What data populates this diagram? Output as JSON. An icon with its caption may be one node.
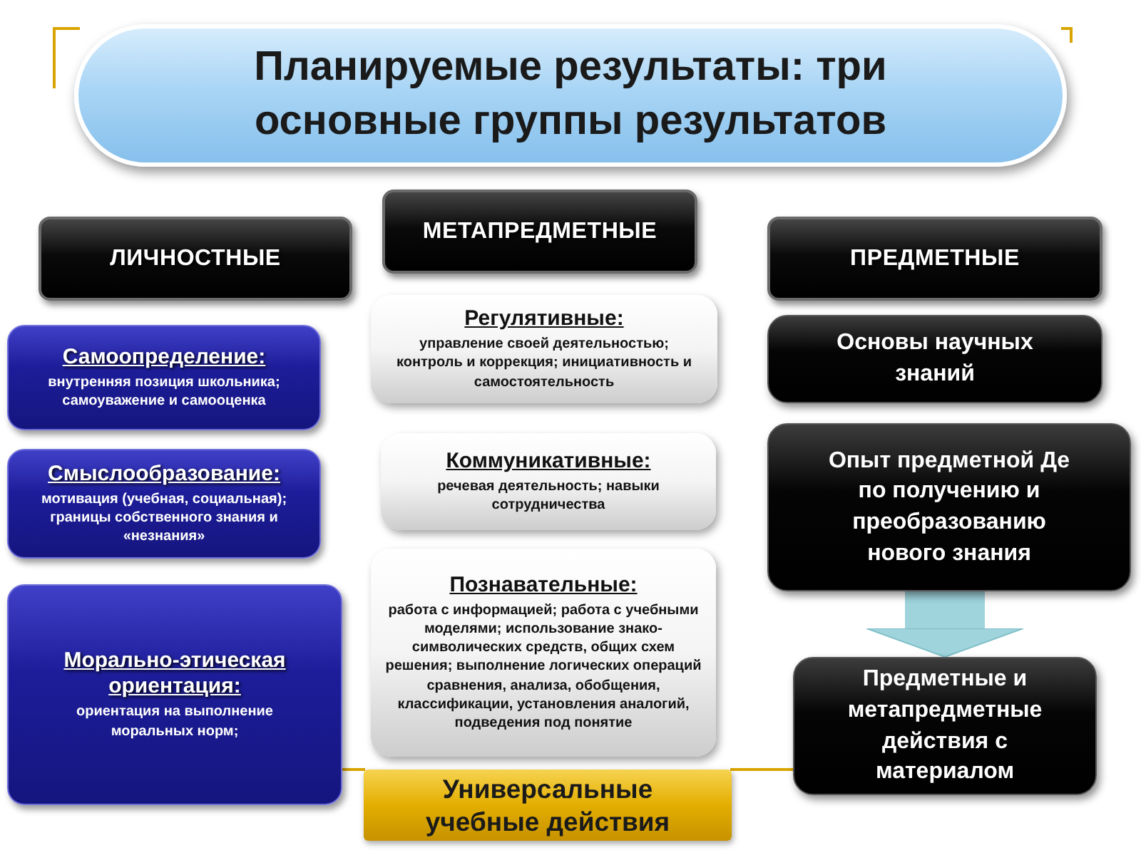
{
  "diagram": {
    "title": "Планируемые результаты: три основные группы результатов",
    "nodes": [
      {
        "text": [
          "ЛИЧНОСТНЫЕ"
        ]
      },
      {
        "text": [
          "Самоопределение:",
          "внутренняя позиция школьника; самоуважение и самооценка"
        ]
      },
      {
        "text": [
          "Смыслообразование:",
          "мотивация (учебная, социальная); границы собственного знания и «незнания»"
        ]
      },
      {
        "text": [
          "Морально-этическая ориентация:",
          "ориентация на выполнение моральных норм;"
        ]
      },
      {
        "text": [
          "МЕТАПРЕДМЕТНЫЕ"
        ]
      },
      {
        "text": [
          "Регулятивные:",
          "управление своей деятельностью; контроль и коррекция; инициативность и самостоятельность"
        ]
      },
      {
        "text": [
          "Коммуникативные:",
          "речевая деятельность; навыки сотрудничества"
        ]
      },
      {
        "text": [
          "Познавательные:",
          "работа с информацией; работа с учебными моделями; использование знако-символических средств, общих схем решения; выполнение логических операций сравнения, анализа, обобщения, классификации, установления аналогий, подведения под понятие"
        ]
      },
      {
        "text": [
          "Универсальные учебные действия"
        ]
      },
      {
        "text": [
          "ПРЕДМЕТНЫЕ"
        ]
      },
      {
        "text": [
          "Основы научных знаний"
        ]
      },
      {
        "text": [
          "Опыт предметной Де по получению и преобразованию нового знания"
        ]
      },
      {
        "text": [
          "Предметные и метапредметные действия с материалом"
        ]
      }
    ],
    "edges": [
      {
        "from": 11,
        "to": 12,
        "arrow": "to"
      }
    ]
  }
}
